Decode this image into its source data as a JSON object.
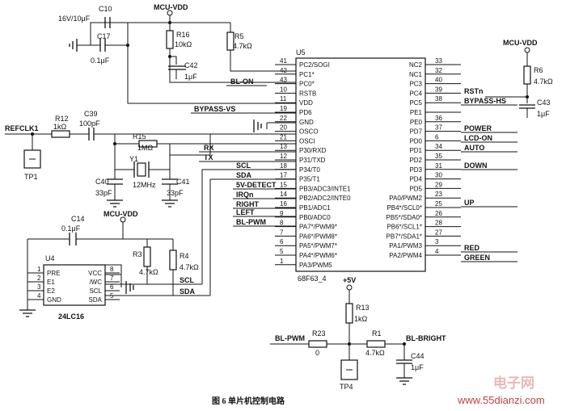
{
  "caption": "图 6   单片机控制电路",
  "watermark": {
    "brand": "电子网",
    "url": "www.55dianzi.com"
  },
  "power": {
    "vdd": "MCU-VDD",
    "v5": "+5V"
  },
  "components": {
    "c10": {
      "ref": "C10",
      "value": "16V/10μF"
    },
    "c17": {
      "ref": "C17",
      "value": "0.1μF"
    },
    "r16": {
      "ref": "R16",
      "value": "10kΩ"
    },
    "c42": {
      "ref": "C42",
      "value": "1μF"
    },
    "r5": {
      "ref": "R5",
      "value": "4.7kΩ"
    },
    "r6": {
      "ref": "R6",
      "value": "4.7kΩ"
    },
    "c43": {
      "ref": "C43",
      "value": "1μF"
    },
    "r12": {
      "ref": "R12",
      "value": "1kΩ"
    },
    "c39": {
      "ref": "C39",
      "value": "100pF"
    },
    "r15": {
      "ref": "R15",
      "value": "1MΩ"
    },
    "y1": {
      "ref": "Y1",
      "value": "12MHz"
    },
    "c40": {
      "ref": "C40",
      "value": "33pF"
    },
    "c41": {
      "ref": "C41",
      "value": "33pF"
    },
    "c14": {
      "ref": "C14",
      "value": "0.1μF"
    },
    "r3": {
      "ref": "R3",
      "value": "4.7kΩ"
    },
    "r4": {
      "ref": "R4",
      "value": "4.7kΩ"
    },
    "r13": {
      "ref": "R13",
      "value": "1kΩ"
    },
    "r23": {
      "ref": "R23",
      "value": "0"
    },
    "r1": {
      "ref": "R1",
      "value": "4.7kΩ"
    },
    "c44": {
      "ref": "C44",
      "value": "1μF"
    },
    "tp1": {
      "ref": "TP1"
    },
    "tp4": {
      "ref": "TP4"
    }
  },
  "mcu": {
    "ref": "U5",
    "part": "68F63_4",
    "left_pins": [
      {
        "num": "41",
        "name": "PC2/SOGI"
      },
      {
        "num": "42",
        "name": "PC1*"
      },
      {
        "num": "43",
        "name": "PC0*"
      },
      {
        "num": "10",
        "name": "RSTB"
      },
      {
        "num": "11",
        "name": "VDD"
      },
      {
        "num": "19",
        "name": "PD6"
      },
      {
        "num": "22",
        "name": "GND"
      },
      {
        "num": "20",
        "name": "OSCO"
      },
      {
        "num": "21",
        "name": "OSCI"
      },
      {
        "num": "13",
        "name": "P30/RXD"
      },
      {
        "num": "12",
        "name": "P31/TXD"
      },
      {
        "num": "18",
        "name": "P34/T0"
      },
      {
        "num": "17",
        "name": "P35/T1"
      },
      {
        "num": "15",
        "name": "PB3/ADC3/INTE1"
      },
      {
        "num": "14",
        "name": "PB2/ADC2/INTE0"
      },
      {
        "num": "16",
        "name": "PB1/ADC1"
      },
      {
        "num": "9",
        "name": "PB0/ADC0"
      },
      {
        "num": "8",
        "name": "PA7*/PWM9*"
      },
      {
        "num": "7",
        "name": "PA6*/PWM8*"
      },
      {
        "num": "6",
        "name": "PA5*/PWM7*"
      },
      {
        "num": "5",
        "name": "PA4*/PWM6*"
      },
      {
        "num": "1",
        "name": "PA3/PWM5"
      }
    ],
    "right_pins": [
      {
        "num": "33",
        "name": "NC2"
      },
      {
        "num": "32",
        "name": "NC1"
      },
      {
        "num": "40",
        "name": "PC3"
      },
      {
        "num": "39",
        "name": "PC4"
      },
      {
        "num": "38",
        "name": "PC5"
      },
      {
        "num": "",
        "name": "PE1"
      },
      {
        "num": "36",
        "name": "PE0"
      },
      {
        "num": "37",
        "name": "PD7"
      },
      {
        "num": "6",
        "name": "PD0"
      },
      {
        "num": "34",
        "name": "PD1"
      },
      {
        "num": "35",
        "name": "PD2"
      },
      {
        "num": "31",
        "name": "PD3"
      },
      {
        "num": "30",
        "name": "PD4"
      },
      {
        "num": "29",
        "name": "PD5"
      },
      {
        "num": "23",
        "name": "PA0/PWM2"
      },
      {
        "num": "25",
        "name": "PB4*/SCL0*"
      },
      {
        "num": "26",
        "name": "PB5*/SDA0*"
      },
      {
        "num": "28",
        "name": "PB6*/SCL1*"
      },
      {
        "num": "27",
        "name": "PB7*/SDA1*"
      },
      {
        "num": "3",
        "name": "PA1/PWM3"
      },
      {
        "num": "4",
        "name": "PA2/PWM4"
      }
    ]
  },
  "eeprom": {
    "ref": "U4",
    "part": "24LC16",
    "pins": [
      {
        "num": "1",
        "name": "PRE"
      },
      {
        "num": "2",
        "name": "E1"
      },
      {
        "num": "3",
        "name": "E2"
      },
      {
        "num": "4",
        "name": "GND"
      },
      {
        "num": "8",
        "name": "VCC"
      },
      {
        "num": "7",
        "name": "/WC"
      },
      {
        "num": "6",
        "name": "SCL"
      },
      {
        "num": "5",
        "name": "SDA"
      }
    ]
  },
  "nets": {
    "bl_on": "BL-ON",
    "bypass_vs": "BYPASS-VS",
    "refclk": "REFCLK1",
    "rx": "RX",
    "tx": "TX",
    "scl": "SCL",
    "sda": "SDA",
    "detect": "5V-DETECT",
    "irq": "IRQn",
    "right": "RIGHT",
    "left": "LEFT",
    "bl_pwm": "BL-PWM",
    "rstn": "RSTn",
    "bypass_hs": "BYPASS-HS",
    "power": "POWER",
    "lcd_on": "LCD-ON",
    "auto": "AUTO",
    "down": "DOWN",
    "up": "UP",
    "red": "RED",
    "green": "GREEN",
    "bl_bright": "BL-BRIGHT"
  }
}
